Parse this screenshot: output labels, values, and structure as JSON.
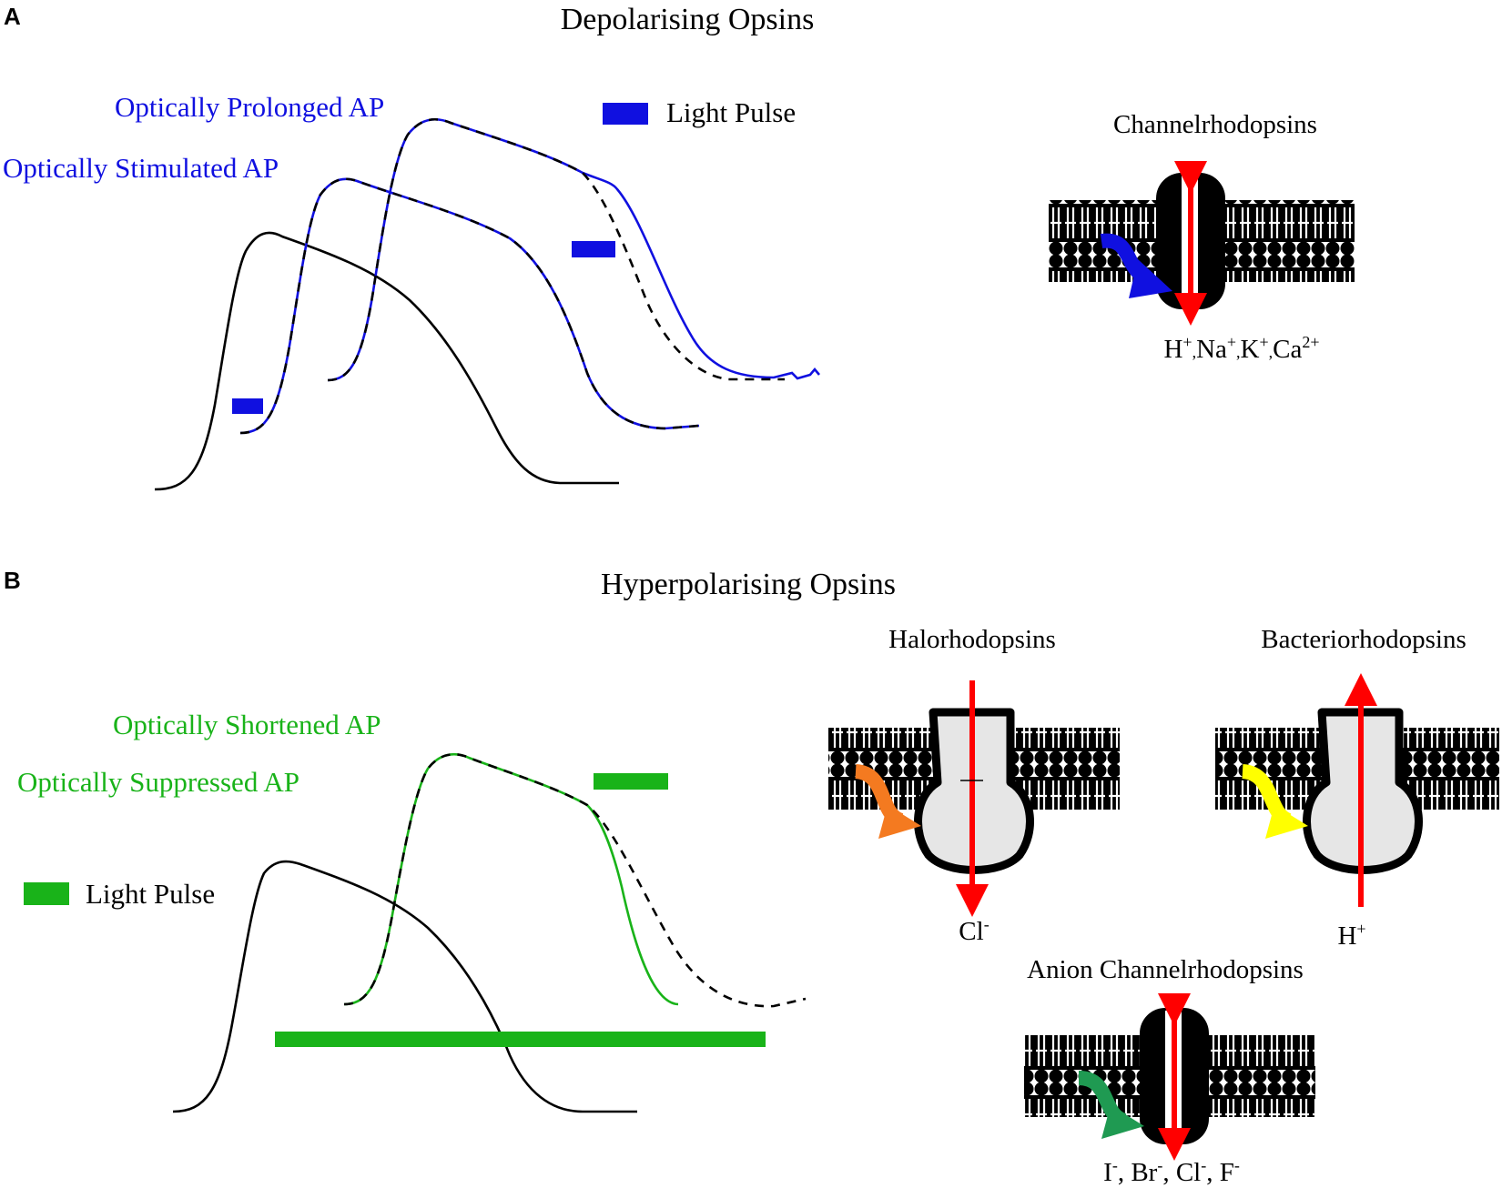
{
  "panel_a": {
    "letter": "A",
    "title": "Depolarising Opsins",
    "label_prolonged": "Optically Prolonged AP",
    "label_stimulated": "Optically Stimulated AP",
    "legend_label": "Light Pulse",
    "channel_title": "Channelrhodopsins",
    "ions": {
      "h": "H",
      "na": "Na",
      "k": "K",
      "ca": "Ca",
      "plus": "+",
      "two_plus": "2+",
      "comma": ","
    }
  },
  "panel_b": {
    "letter": "B",
    "title": "Hyperpolarising Opsins",
    "label_shortened": "Optically Shortened AP",
    "label_suppressed": "Optically Suppressed AP",
    "legend_label": "Light Pulse",
    "halo_title": "Halorhodopsins",
    "bacterio_title": "Bacteriorhodopsins",
    "anion_title": "Anion Channelrhodopsins",
    "halo_ion": {
      "base": "Cl",
      "sup": "-"
    },
    "bacterio_ion": {
      "base": "H",
      "sup": "+"
    },
    "anion_ions": {
      "i": "I",
      "br": "Br",
      "cl": "Cl",
      "f": "F",
      "minus": "-",
      "sep": ", "
    }
  },
  "colors": {
    "blue": "#1010e0",
    "green": "#19b319",
    "red": "#ff0000",
    "orange": "#f47a20",
    "yellow": "#ffff00",
    "dark_green": "#1f9a52",
    "membrane": "#000000",
    "pump_fill": "#e6e6e6"
  },
  "icons": {
    "light_pulse": "light-pulse-bar-icon",
    "membrane": "lipid-bilayer-icon",
    "light_arrow": "curved-light-arrow-icon",
    "ion_flow": "ion-flow-arrow-icon"
  }
}
